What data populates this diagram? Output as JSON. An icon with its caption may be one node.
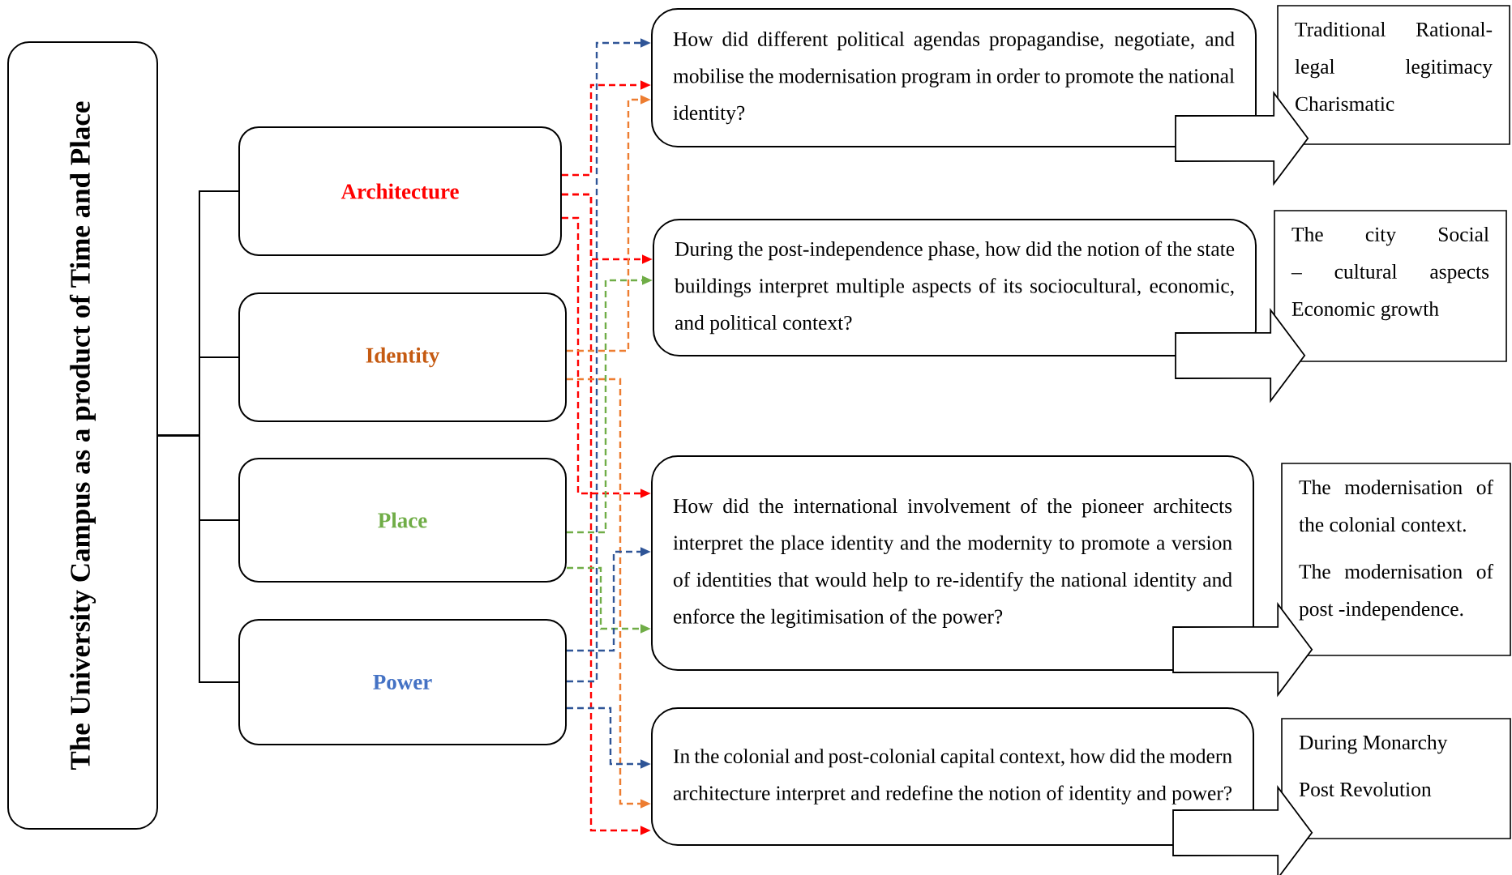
{
  "diagram": {
    "nodes": [
      {
        "text": [
          "The University Campus as a product of Time and Place"
        ]
      },
      {
        "text": [
          "Architecture"
        ]
      },
      {
        "text": [
          "Identity"
        ]
      },
      {
        "text": [
          "Place"
        ]
      },
      {
        "text": [
          "Power"
        ]
      },
      {
        "text": [
          "How did different political agendas propagandise, negotiate, and mobilise the modernisation program in order to promote the national identity?"
        ]
      },
      {
        "text": [
          "Traditional Rational-legal legitimacy Charismatic"
        ]
      },
      {
        "text": [
          "During the post-independence phase, how did the notion of the state buildings interpret multiple aspects of its sociocultural, economic, and political context?"
        ]
      },
      {
        "text": [
          "The city Social – cultural aspects Economic growth"
        ]
      },
      {
        "text": [
          "How did the international involvement of the pioneer architects interpret the place identity and the modernity to promote a version of identities that would help to re-identify the national identity and enforce the legitimisation of the power?"
        ]
      },
      {
        "text": [
          "The modernisation of the colonial context.",
          "The modernisation of post -independence."
        ]
      },
      {
        "text": [
          "In the colonial and post-colonial capital context, how did the modern architecture interpret and redefine the notion of identity and power?"
        ]
      },
      {
        "text": [
          "During Monarchy",
          "Post Revolution"
        ]
      }
    ],
    "edges": [
      {
        "from": 0,
        "to": 1,
        "arrow": "none"
      },
      {
        "from": 0,
        "to": 2,
        "arrow": "none"
      },
      {
        "from": 0,
        "to": 3,
        "arrow": "none"
      },
      {
        "from": 0,
        "to": 4,
        "arrow": "none"
      },
      {
        "from": 1,
        "to": 5,
        "arrow": "to",
        "style": "dashed",
        "color": "#ff0000"
      },
      {
        "from": 1,
        "to": 7,
        "arrow": "to",
        "style": "dashed",
        "color": "#ff0000"
      },
      {
        "from": 1,
        "to": 9,
        "arrow": "to",
        "style": "dashed",
        "color": "#ff0000"
      },
      {
        "from": 1,
        "to": 11,
        "arrow": "to",
        "style": "dashed",
        "color": "#ff0000"
      },
      {
        "from": 2,
        "to": 5,
        "arrow": "to",
        "style": "dashed",
        "color": "#ed7d31"
      },
      {
        "from": 2,
        "to": 11,
        "arrow": "to",
        "style": "dashed",
        "color": "#ed7d31"
      },
      {
        "from": 3,
        "to": 7,
        "arrow": "to",
        "style": "dashed",
        "color": "#70ad47"
      },
      {
        "from": 3,
        "to": 9,
        "arrow": "to",
        "style": "dashed",
        "color": "#70ad47"
      },
      {
        "from": 4,
        "to": 5,
        "arrow": "to",
        "style": "dashed",
        "color": "#2f5597"
      },
      {
        "from": 4,
        "to": 9,
        "arrow": "to",
        "style": "dashed",
        "color": "#2f5597"
      },
      {
        "from": 4,
        "to": 11,
        "arrow": "to",
        "style": "dashed",
        "color": "#2f5597"
      },
      {
        "from": 5,
        "to": 6,
        "arrow": "to",
        "style": "thick"
      },
      {
        "from": 7,
        "to": 8,
        "arrow": "to",
        "style": "thick"
      },
      {
        "from": 9,
        "to": 10,
        "arrow": "to",
        "style": "thick"
      },
      {
        "from": 11,
        "to": 12,
        "arrow": "to",
        "style": "thick"
      }
    ]
  }
}
